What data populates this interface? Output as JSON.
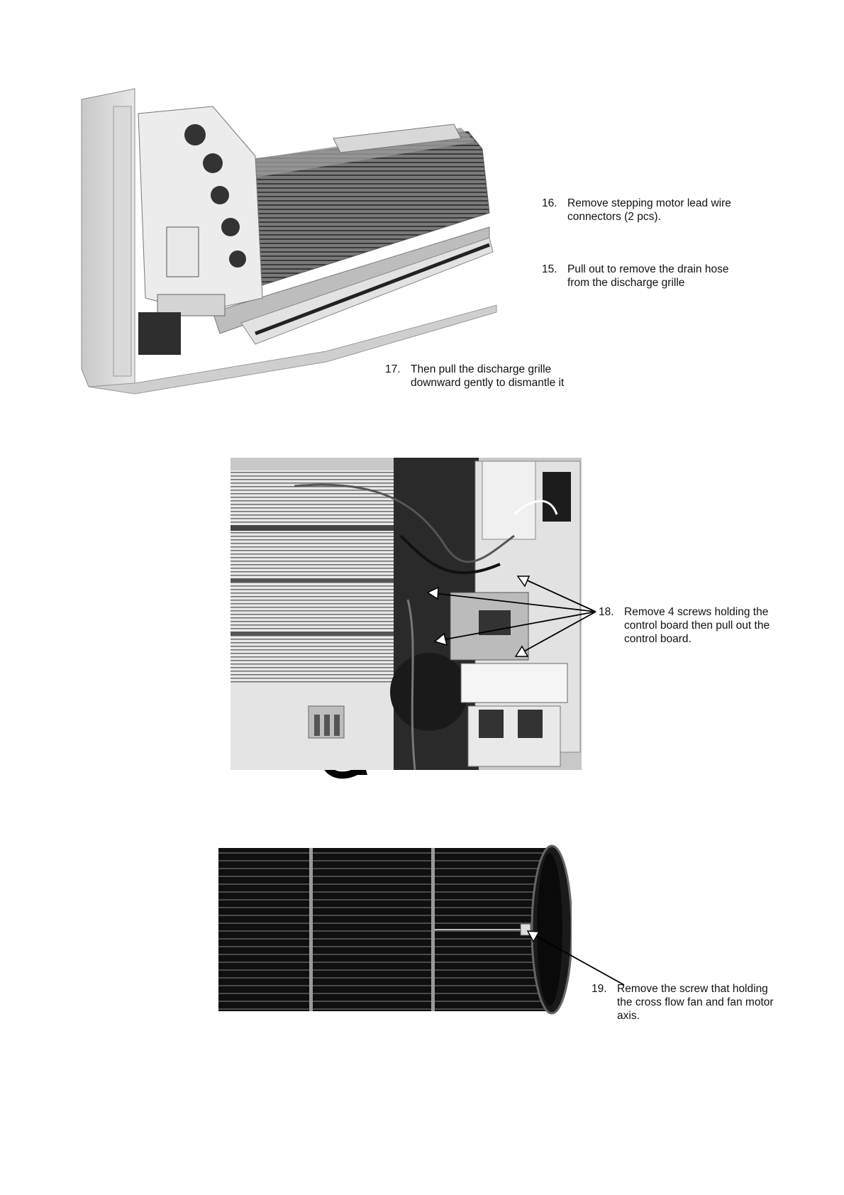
{
  "steps": [
    {
      "number": "16.",
      "text_line1": "Remove stepping motor lead wire",
      "text_line2": "connectors (2 pcs)."
    },
    {
      "number": "15.",
      "text_line1": "Pull out to remove the drain hose",
      "text_line2": "from the discharge grille"
    },
    {
      "number": "17.",
      "text_line1": "Then pull the discharge grille",
      "text_line2": "downward gently to dismantle it"
    },
    {
      "number": "18.",
      "text_line1": "Remove 4 screws holding the",
      "text_line2": "control board then pull out the",
      "text_line3": "control board."
    },
    {
      "number": "19.",
      "text_line1": "Remove the screw that holding",
      "text_line2": "the cross flow fan and fan motor",
      "text_line3": "axis."
    }
  ],
  "figures": [
    {
      "name": "indoor-unit-discharge-grille-photo"
    },
    {
      "name": "control-board-photo"
    },
    {
      "name": "cross-flow-fan-photo"
    }
  ]
}
